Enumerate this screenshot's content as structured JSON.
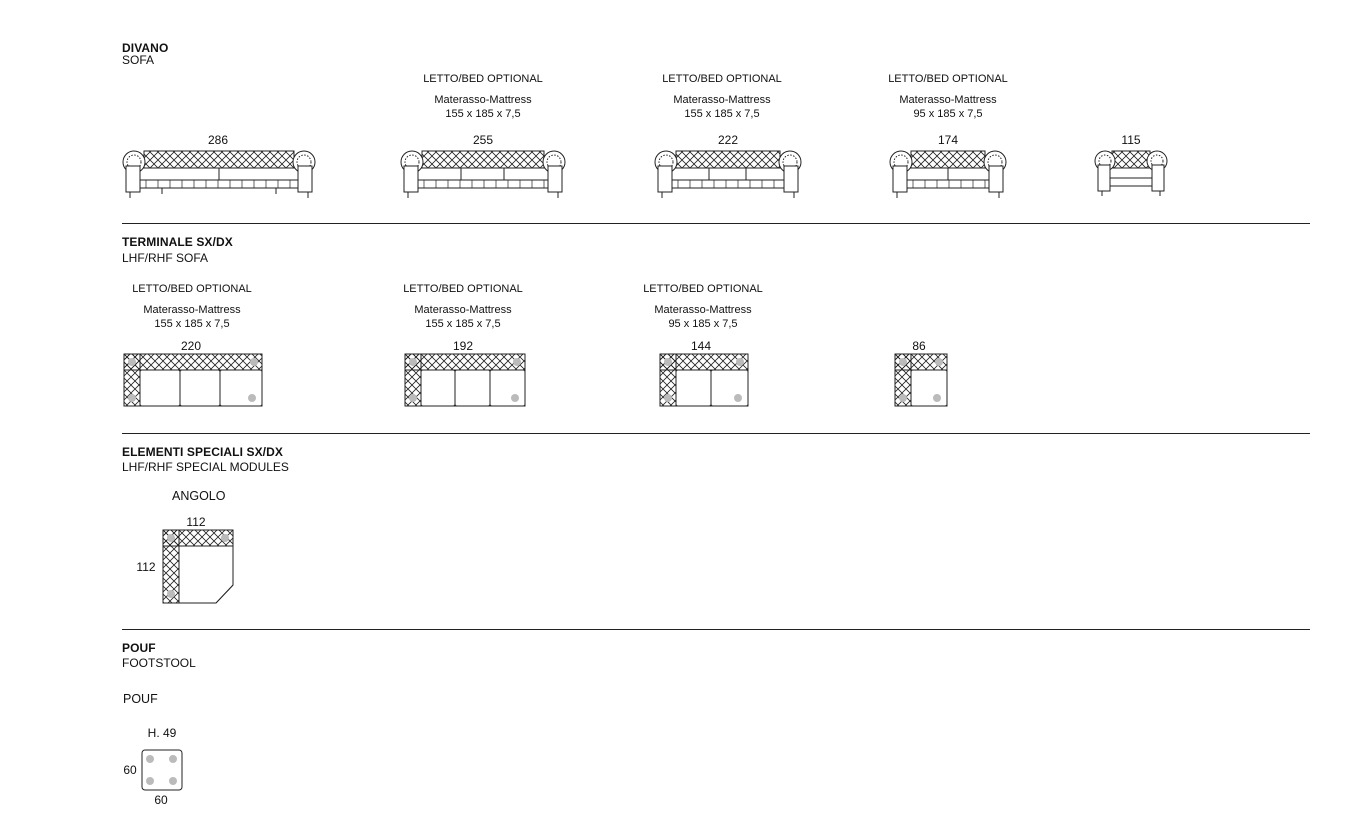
{
  "sections": {
    "divano": {
      "title": "DIVANO",
      "subtitle": "SOFA",
      "items": [
        {
          "width": "286"
        },
        {
          "bed": "LETTO/BED OPTIONAL",
          "mattress": "Materasso-Mattress",
          "size": "155 x 185 x 7,5",
          "width": "255"
        },
        {
          "bed": "LETTO/BED OPTIONAL",
          "mattress": "Materasso-Mattress",
          "size": "155 x 185 x 7,5",
          "width": "222"
        },
        {
          "bed": "LETTO/BED OPTIONAL",
          "mattress": "Materasso-Mattress",
          "size": "95 x 185 x 7,5",
          "width": "174"
        },
        {
          "width": "115"
        }
      ]
    },
    "terminale": {
      "title": "TERMINALE SX/DX",
      "subtitle": "LHF/RHF SOFA",
      "items": [
        {
          "bed": "LETTO/BED OPTIONAL",
          "mattress": "Materasso-Mattress",
          "size": "155 x 185 x 7,5",
          "width": "220"
        },
        {
          "bed": "LETTO/BED OPTIONAL",
          "mattress": "Materasso-Mattress",
          "size": "155 x 185 x 7,5",
          "width": "192"
        },
        {
          "bed": "LETTO/BED OPTIONAL",
          "mattress": "Materasso-Mattress",
          "size": "95 x 185 x 7,5",
          "width": "144"
        },
        {
          "width": "86"
        }
      ]
    },
    "speciali": {
      "title": "ELEMENTI SPECIALI SX/DX",
      "subtitle": "LHF/RHF SPECIAL MODULES",
      "item": {
        "label": "ANGOLO",
        "width": "112",
        "depth": "112"
      }
    },
    "pouf": {
      "title": "POUF",
      "subtitle": "FOOTSTOOL",
      "item": {
        "label": "POUF",
        "height": "H. 49",
        "depth": "60",
        "width": "60"
      }
    }
  }
}
